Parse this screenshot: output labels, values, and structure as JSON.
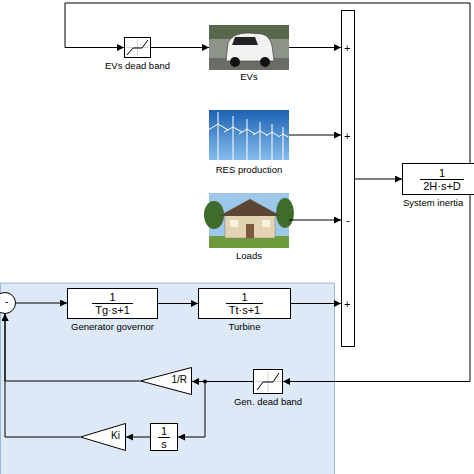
{
  "diagram": {
    "nodes": [
      {
        "text": [
          "EVs dead band"
        ]
      },
      {
        "text": [
          "EVs"
        ]
      },
      {
        "text": [
          "+",
          "+",
          "-",
          "+"
        ]
      },
      {
        "text": [
          "RES production"
        ]
      },
      {
        "text": [
          "Loads"
        ]
      },
      {
        "text": [
          "1",
          "2H·s+D",
          "System inertia"
        ]
      },
      {
        "text": [
          "-"
        ]
      },
      {
        "text": [
          "1",
          "Tg·s+1",
          "Generator governor"
        ]
      },
      {
        "text": [
          "1",
          "Tt·s+1",
          "Turbine"
        ]
      },
      {
        "text": [
          "Gen. dead band"
        ]
      },
      {
        "text": [
          "1/R"
        ]
      },
      {
        "text": [
          "1",
          "s"
        ]
      },
      {
        "text": [
          "Ki"
        ]
      }
    ],
    "edges": [
      {
        "from": 5,
        "to": 0,
        "arrow": "to"
      },
      {
        "from": 0,
        "to": 1,
        "arrow": "to"
      },
      {
        "from": 1,
        "to": 2,
        "arrow": "to"
      },
      {
        "from": 3,
        "to": 2,
        "arrow": "to"
      },
      {
        "from": 4,
        "to": 2,
        "arrow": "to"
      },
      {
        "from": 8,
        "to": 2,
        "arrow": "to"
      },
      {
        "from": 2,
        "to": 5,
        "arrow": "to"
      },
      {
        "from": 6,
        "to": 7,
        "arrow": "to"
      },
      {
        "from": 7,
        "to": 8,
        "arrow": "to"
      },
      {
        "from": 5,
        "to": 9,
        "arrow": "to"
      },
      {
        "from": 9,
        "to": 10,
        "arrow": "to"
      },
      {
        "from": 9,
        "to": 11,
        "arrow": "to"
      },
      {
        "from": 10,
        "to": 6,
        "arrow": "to"
      },
      {
        "from": 11,
        "to": 12,
        "arrow": "to"
      },
      {
        "from": 12,
        "to": 6,
        "arrow": "to"
      }
    ]
  }
}
